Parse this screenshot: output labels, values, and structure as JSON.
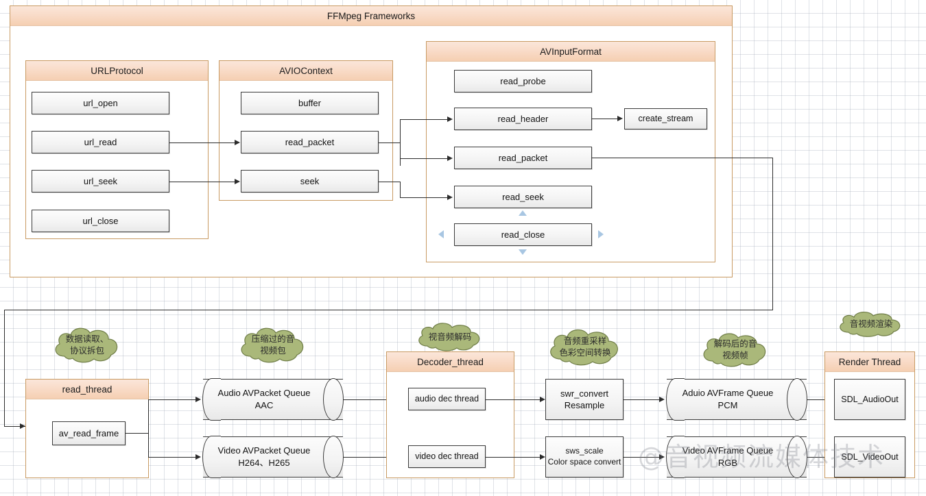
{
  "diagram": {
    "title": "FFMpeg Frameworks",
    "watermark": "@音视频流媒体技术"
  },
  "groups": {
    "url_protocol": {
      "title": "URLProtocol",
      "nodes": [
        {
          "label": "url_open"
        },
        {
          "label": "url_read"
        },
        {
          "label": "url_seek"
        },
        {
          "label": "url_close"
        }
      ]
    },
    "avio_context": {
      "title": "AVIOContext",
      "nodes": [
        {
          "label": "buffer"
        },
        {
          "label": "read_packet"
        },
        {
          "label": "seek"
        }
      ]
    },
    "av_input_format": {
      "title": "AVInputFormat",
      "nodes": [
        {
          "label": "read_probe"
        },
        {
          "label": "read_header"
        },
        {
          "label": "read_packet"
        },
        {
          "label": "read_seek"
        },
        {
          "label": "read_close"
        }
      ],
      "external": {
        "label": "create_stream"
      }
    },
    "read_thread": {
      "title": "read_thread",
      "nodes": [
        {
          "label": "av_read_frame"
        }
      ]
    },
    "decoder_thread": {
      "title": "Decoder_thread",
      "nodes": [
        {
          "label": "audio dec thread"
        },
        {
          "label": "video dec thread"
        }
      ]
    },
    "render_thread": {
      "title": "Render Thread",
      "nodes": [
        {
          "label": "SDL_AudioOut"
        },
        {
          "label": "SDL_VideoOut"
        }
      ]
    }
  },
  "queues": [
    {
      "label": "Audio AVPacket Queue\nAAC"
    },
    {
      "label": "Video AVPacket Queue\nH264、H265"
    },
    {
      "label": "Aduio AVFrame Queue\nPCM"
    },
    {
      "label": "Video AVFrame Queue\nRGB"
    }
  ],
  "converters": [
    {
      "label": "swr_convert\nResample"
    },
    {
      "label": "sws_scale\nColor space convert"
    }
  ],
  "clouds": [
    {
      "label": "数据读取、\n协议拆包"
    },
    {
      "label": "压缩过的音\n视频包"
    },
    {
      "label": "视音频解码"
    },
    {
      "label": "音频重采样\n色彩空间转换"
    },
    {
      "label": "解码后的音\n视频帧"
    },
    {
      "label": "音视频渲染"
    }
  ],
  "colors": {
    "header_start": "#fbe6da",
    "header_end": "#f5cfb2",
    "panel_border": "#c89a62",
    "node_border": "#3a3a3a",
    "cloud_fill": "#aab87a",
    "cloud_stroke": "#6f7d47",
    "connector": "#2b2b2b",
    "handle": "#a8c6e2"
  }
}
